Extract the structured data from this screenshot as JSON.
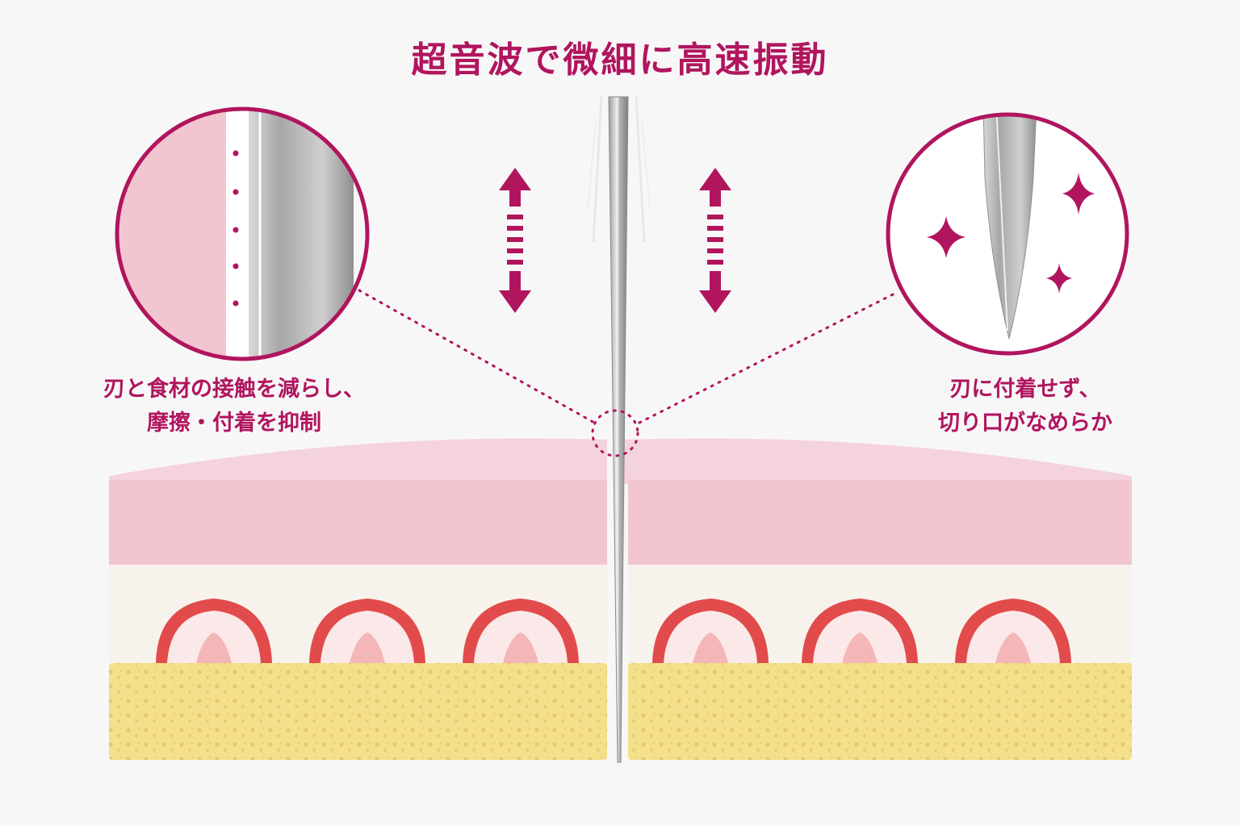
{
  "title": "超音波で微細に高速振動",
  "left_caption": {
    "line1": "刃と食材の接触を減らし、",
    "line2": "摩擦・付着を抑制"
  },
  "right_caption": {
    "line1": "刃に付着せず、",
    "line2": "切り口がなめらか"
  },
  "colors": {
    "accent": "#b0155e",
    "mousse": "#f2c6d0",
    "cream": "#f7f3ec",
    "sponge": "#f4df8a",
    "strawberry": "#e24b4b",
    "background": "#f8f7f8"
  },
  "icons": [
    "up-down-arrow-icon",
    "sparkle-icon",
    "knife-blade-icon"
  ]
}
